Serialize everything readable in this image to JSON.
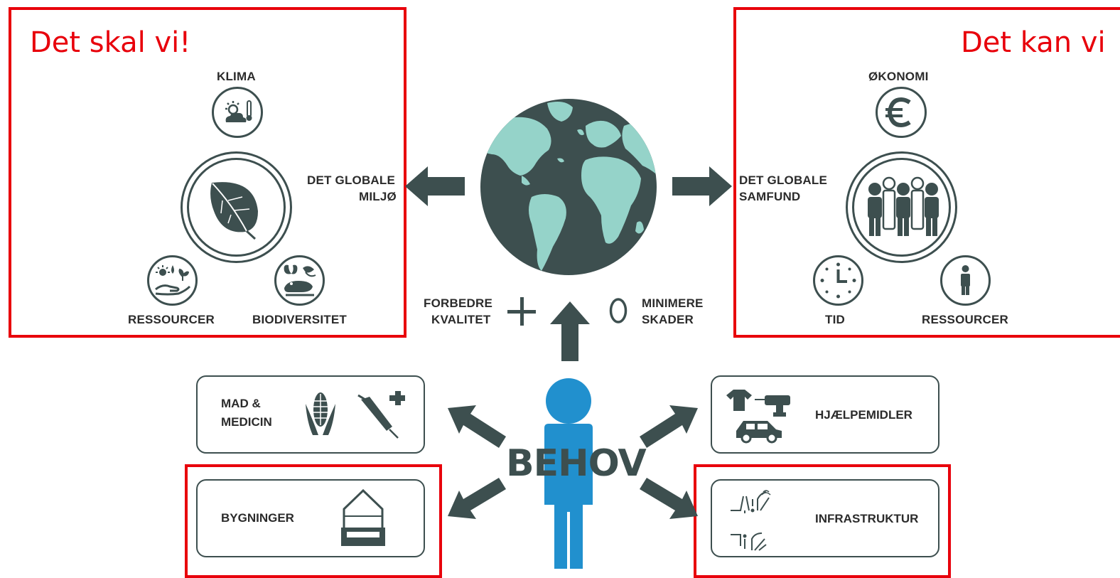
{
  "left_panel": {
    "headline": "Det skal vi!",
    "title_line1": "DET GLOBALE",
    "title_line2": "MILJØ",
    "items": [
      "KLIMA",
      "RESSOURCER",
      "BIODIVERSITET"
    ]
  },
  "right_panel": {
    "headline": "Det kan vi",
    "title_line1": "DET GLOBALE",
    "title_line2": "SAMFUND",
    "items": [
      "ØKONOMI",
      "TID",
      "RESSOURCER"
    ]
  },
  "center": {
    "improve_line1": "FORBEDRE",
    "improve_line2": "KVALITET",
    "minimize_line1": "MINIMERE",
    "minimize_line2": "SKADER",
    "needs_label": "BEHOV"
  },
  "categories": {
    "food_line1": "MAD &",
    "food_line2": "MEDICIN",
    "buildings": "BYGNINGER",
    "aids": "HJÆLPEMIDLER",
    "infrastructure": "INFRASTRUKTUR"
  },
  "colors": {
    "highlight_red": "#e8000b",
    "dark_slate": "#3d4f4f",
    "person_blue": "#2190ce",
    "land_teal": "#95d3c9"
  },
  "icons": [
    "climate-icon",
    "leaf-icon",
    "resources-icon",
    "biodiversity-icon",
    "euro-icon",
    "people-icon",
    "clock-icon",
    "person-icon",
    "globe-icon",
    "corn-icon",
    "syringe-icon",
    "house-icon",
    "tshirt-icon",
    "drill-icon",
    "car-icon",
    "road-signs-icon"
  ]
}
